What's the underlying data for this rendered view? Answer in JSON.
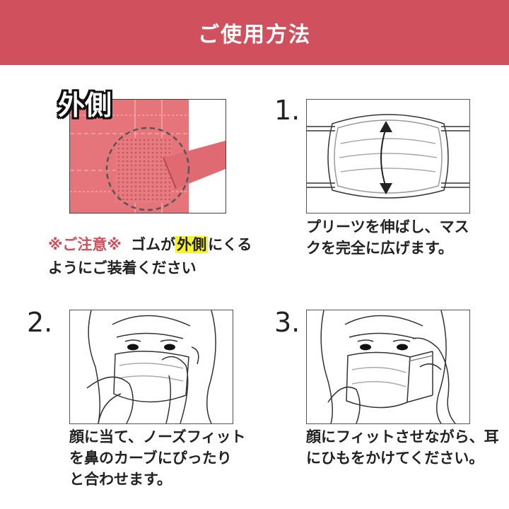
{
  "header": {
    "title": "ご使用方法"
  },
  "outside": {
    "label": "外側",
    "note": {
      "prefix": "※ご注意※",
      "text_a": "ゴムが",
      "highlight": "外側",
      "text_b": "にくる",
      "line2": "ようにご装着ください"
    }
  },
  "steps": [
    {
      "number": "1.",
      "caption_lines": [
        "プリーツを伸ばし、マス",
        "クを完全に広げます。"
      ]
    },
    {
      "number": "2.",
      "caption_lines": [
        "顔に当て、ノーズフィット",
        "を鼻のカーブにぴったり",
        "と合わせます。"
      ]
    },
    {
      "number": "3.",
      "caption_lines": [
        "顔にフィットさせながら、耳",
        "にひもをかけてください。"
      ]
    }
  ],
  "colors": {
    "header_bg": "#d1505e",
    "mask_pink": "#e5757b",
    "highlight": "#f7f32a"
  }
}
